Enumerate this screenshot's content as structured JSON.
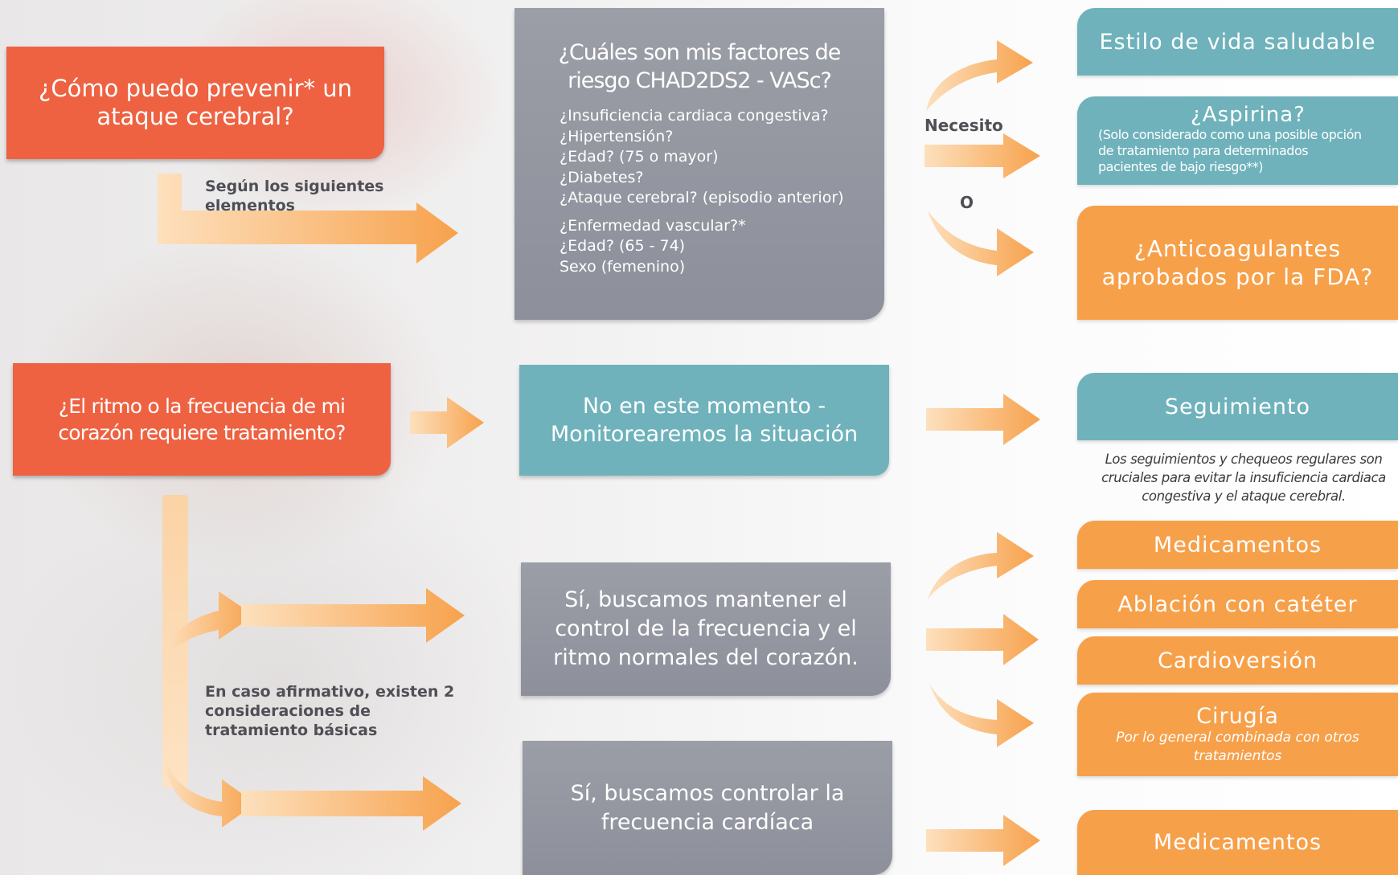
{
  "q1": {
    "title": "¿Cómo puedo prevenir* un ataque cerebral?"
  },
  "note1": "Según los siguientes elementos",
  "risk": {
    "title": "¿Cuáles son mis factores de riesgo CHAD2DS2 - VASc?",
    "group1": [
      "¿Insuficiencia cardiaca congestiva?",
      "¿Hipertensión?",
      "¿Edad? (75 o mayor)",
      "¿Diabetes?",
      "¿Ataque cerebral? (episodio anterior)"
    ],
    "group2": [
      "¿Enfermedad vascular?*",
      "¿Edad? (65 - 74)",
      "Sexo (femenino)"
    ]
  },
  "label_need": "Necesito",
  "label_or": "O",
  "outcomes_top": {
    "lifestyle": "Estilo de vida saludable",
    "aspirin_title": "¿Aspirina?",
    "aspirin_note": "(Solo considerado como una posible opción de tratamiento para determinados pacientes de bajo riesgo**)",
    "anticoag": "¿Anticoagulantes aprobados por la FDA?"
  },
  "q2": {
    "title": "¿El ritmo o la frecuencia de mi corazón requiere tratamiento?"
  },
  "monitor": "No en este momento - Monitorearemos la situación",
  "followup": {
    "title": "Seguimiento",
    "note": "Los seguimientos y chequeos regulares son cruciales para evitar la insuficiencia cardiaca congestiva y el ataque cerebral."
  },
  "note2": "En caso afirmativo, existen 2 consideraciones de tratamiento básicas",
  "rhythm": "Sí, buscamos mantener el control de la frecuencia y el ritmo normales del corazón.",
  "rate": "Sí, buscamos controlar la frecuencia cardíaca",
  "treatments": {
    "meds": "Medicamentos",
    "ablation": "Ablación con catéter",
    "cardioversion": "Cardioversión",
    "surgery": "Cirugía",
    "surgery_note": "Por lo general combinada con otros tratamientos"
  },
  "meds_bottom": "Medicamentos",
  "colors": {
    "red": "#ee6242",
    "gray": "#8f929c",
    "teal": "#6fb2bb",
    "orange": "#f7a04a",
    "arrow": "#f8ad5e"
  }
}
